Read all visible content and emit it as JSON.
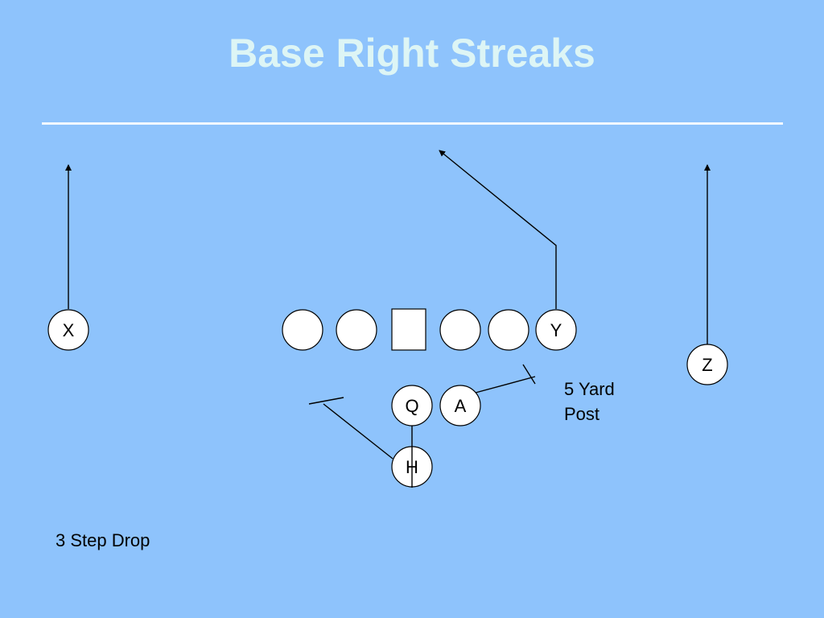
{
  "title": "Base Right Streaks",
  "players": {
    "x": "X",
    "y": "Y",
    "z": "Z",
    "q": "Q",
    "a": "A",
    "h": "H"
  },
  "annotations": {
    "route_line1": "5 Yard",
    "route_line2": "Post",
    "drop": "3 Step Drop"
  },
  "colors": {
    "background": "#8ec3fc",
    "title": "#ddf5f5",
    "line": "#f2f8ff"
  }
}
